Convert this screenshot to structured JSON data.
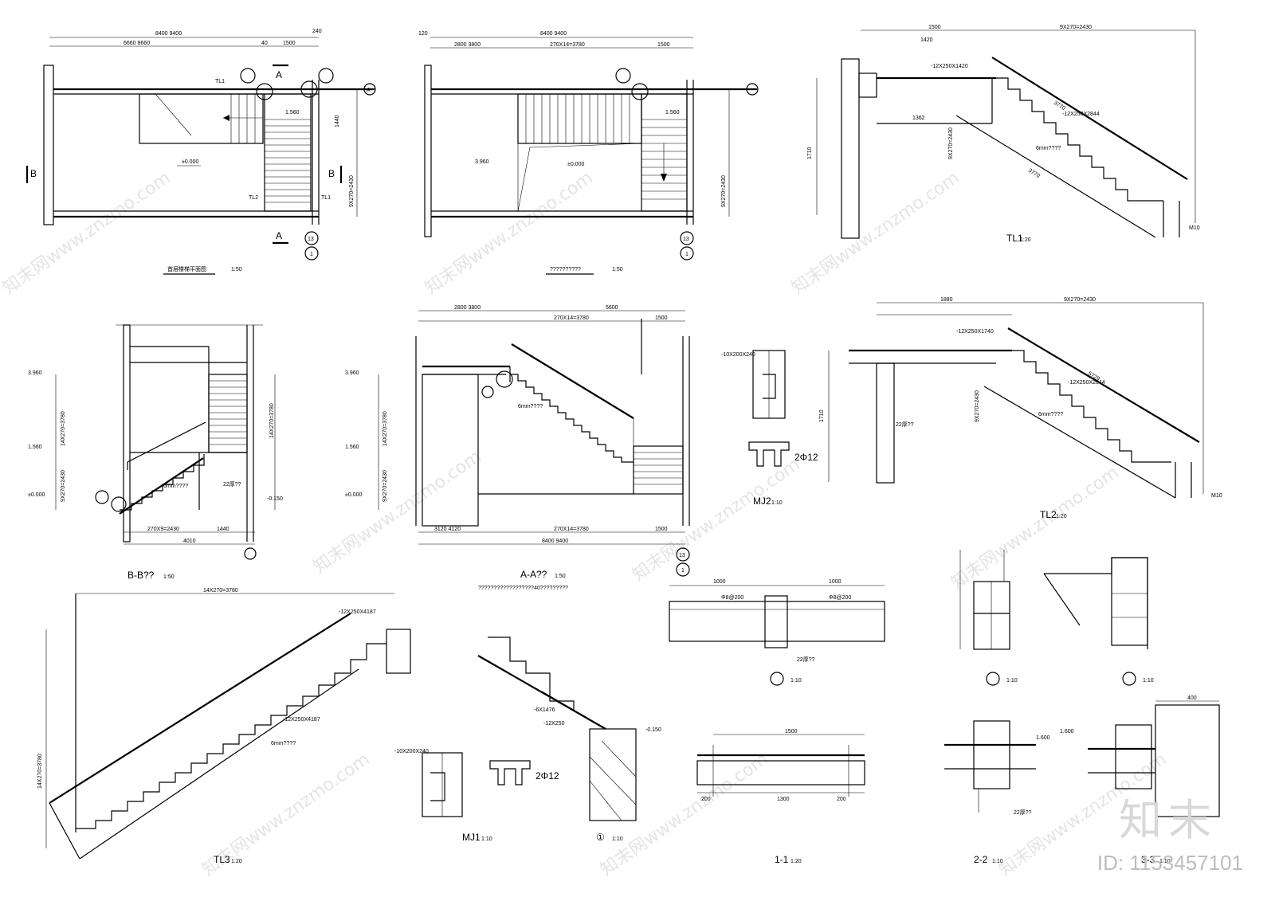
{
  "drawings": {
    "plan_ground": {
      "title": "首层楼梯平面图",
      "scale": "1:50"
    },
    "plan_upper": {
      "title": "??????????",
      "scale": "1:50"
    },
    "section_bb": {
      "title": "B-B??",
      "scale": "1:50"
    },
    "section_aa": {
      "title": "A-A??",
      "scale": "1:50",
      "note": "??????????????????40?????????"
    },
    "tl1": {
      "title": "TL1",
      "scale": "1:20"
    },
    "tl2": {
      "title": "TL2",
      "scale": "1:20"
    },
    "tl3": {
      "title": "TL3",
      "scale": "1:20"
    },
    "mj2": {
      "title": "MJ2",
      "scale": "1:10"
    },
    "mj1": {
      "title": "MJ1",
      "scale": "1:10"
    },
    "detail1": {
      "title": "①",
      "scale": "1:10"
    },
    "detail2": {
      "title": "②",
      "scale": "1:10"
    },
    "detail3": {
      "title": "③",
      "scale": "1:10"
    },
    "detail4": {
      "title": "④",
      "scale": "1:10"
    },
    "sec11": {
      "title": "1-1",
      "scale": "1:20"
    },
    "sec22": {
      "title": "2-2",
      "scale": "1:10"
    },
    "sec33": {
      "title": "3-3",
      "scale": "1:10"
    }
  },
  "dimensions": {
    "d8400": "8400 9400",
    "d6660": "6660 8660",
    "d2800": "2800 3800",
    "d1500": "1500",
    "d40": "40",
    "d240": "240",
    "d120": "120",
    "d5600": "5600",
    "d270x14": "270X14=3780",
    "d3120": "3120 4120",
    "d1440": "1440",
    "d4010": "4010",
    "d270x9": "270X9=2430",
    "d9x270": "9X270=2430",
    "d14x270": "14X270=3780",
    "d1560": "1.560",
    "d3960": "3.960",
    "d0000": "±0.000",
    "dm0150": "-0.150",
    "d1600": "1.600",
    "d1710": "1710",
    "d1880": "1880",
    "d1420": "1420",
    "d1362": "1362",
    "d3770": "3770",
    "d5729": "5729",
    "d1000": "1000",
    "d1300": "1300",
    "d200": "200",
    "d400": "400",
    "d12x250x1420": "-12X250X1420",
    "d12x250x1740": "-12X250X1740",
    "d12x250x2844": "-12X250X2844",
    "d12x250x4187": "-12X250X4187",
    "d6mm": "6mm????",
    "d2phi12": "2Φ12",
    "d22": "22厚??",
    "d6x1476": "-6X1476",
    "d12x250": "-12X250",
    "d10x200": "-10X200X240",
    "dphi8": "Φ8@200",
    "dm10": "M10"
  },
  "markers": {
    "axis13": "13",
    "axis1": "1",
    "axisA": "A",
    "sec_A": "A",
    "sec_B": "B",
    "tl_labels": [
      "TL1",
      "TL2",
      "TL3",
      "MJ1",
      "MJ2"
    ]
  },
  "watermark": {
    "text": "知末网www.znzmo.com",
    "logo": "知末",
    "id": "ID: 1153457101"
  }
}
